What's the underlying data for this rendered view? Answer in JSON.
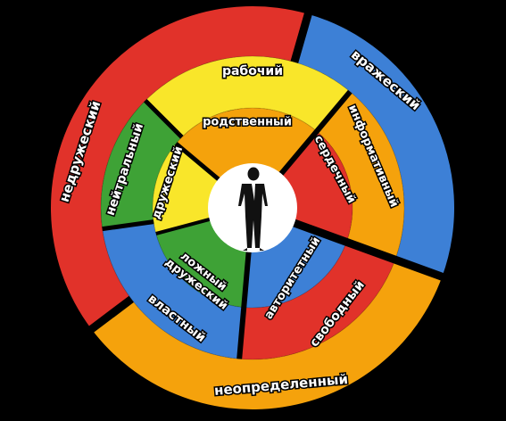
{
  "colors": {
    "background": "#000000",
    "gap": "#000000",
    "red": "#e1322a",
    "blue": "#3d80d6",
    "orange": "#f5a20c",
    "yellow": "#f9e62a",
    "green": "#3ea236",
    "center_disc": "#ffffff",
    "label_fill": "#ffffff",
    "label_stroke": "#000000"
  },
  "center_icon": "businessman-silhouette-icon",
  "rings": {
    "outer": [
      {
        "id": "nedruzheskiy",
        "label": "недружеский",
        "color": "red"
      },
      {
        "id": "vrazheskiy",
        "label": "вражеский",
        "color": "blue"
      },
      {
        "id": "neopredelenniy",
        "label": "неопределенный",
        "color": "orange"
      }
    ],
    "middle": [
      {
        "id": "rabochiy",
        "label": "рабочий",
        "color": "yellow"
      },
      {
        "id": "informativniy",
        "label": "информативный",
        "color": "orange"
      },
      {
        "id": "svobodniy",
        "label": "свободный",
        "color": "red"
      },
      {
        "id": "vlastniy",
        "label": "властный",
        "color": "blue"
      },
      {
        "id": "neytralniy",
        "label": "нейтральный",
        "color": "green"
      }
    ],
    "inner": [
      {
        "id": "rodstvenniy",
        "label": "родственный",
        "color": "orange"
      },
      {
        "id": "serdechniy",
        "label": "сердечный",
        "color": "red"
      },
      {
        "id": "avtoritetniy",
        "label": "авторитетный",
        "color": "blue"
      },
      {
        "id": "lozhniy-druzheskiy",
        "label": "ложный дружеский",
        "color": "green"
      },
      {
        "id": "druzheskiy",
        "label": "дружеский",
        "color": "yellow"
      }
    ]
  }
}
